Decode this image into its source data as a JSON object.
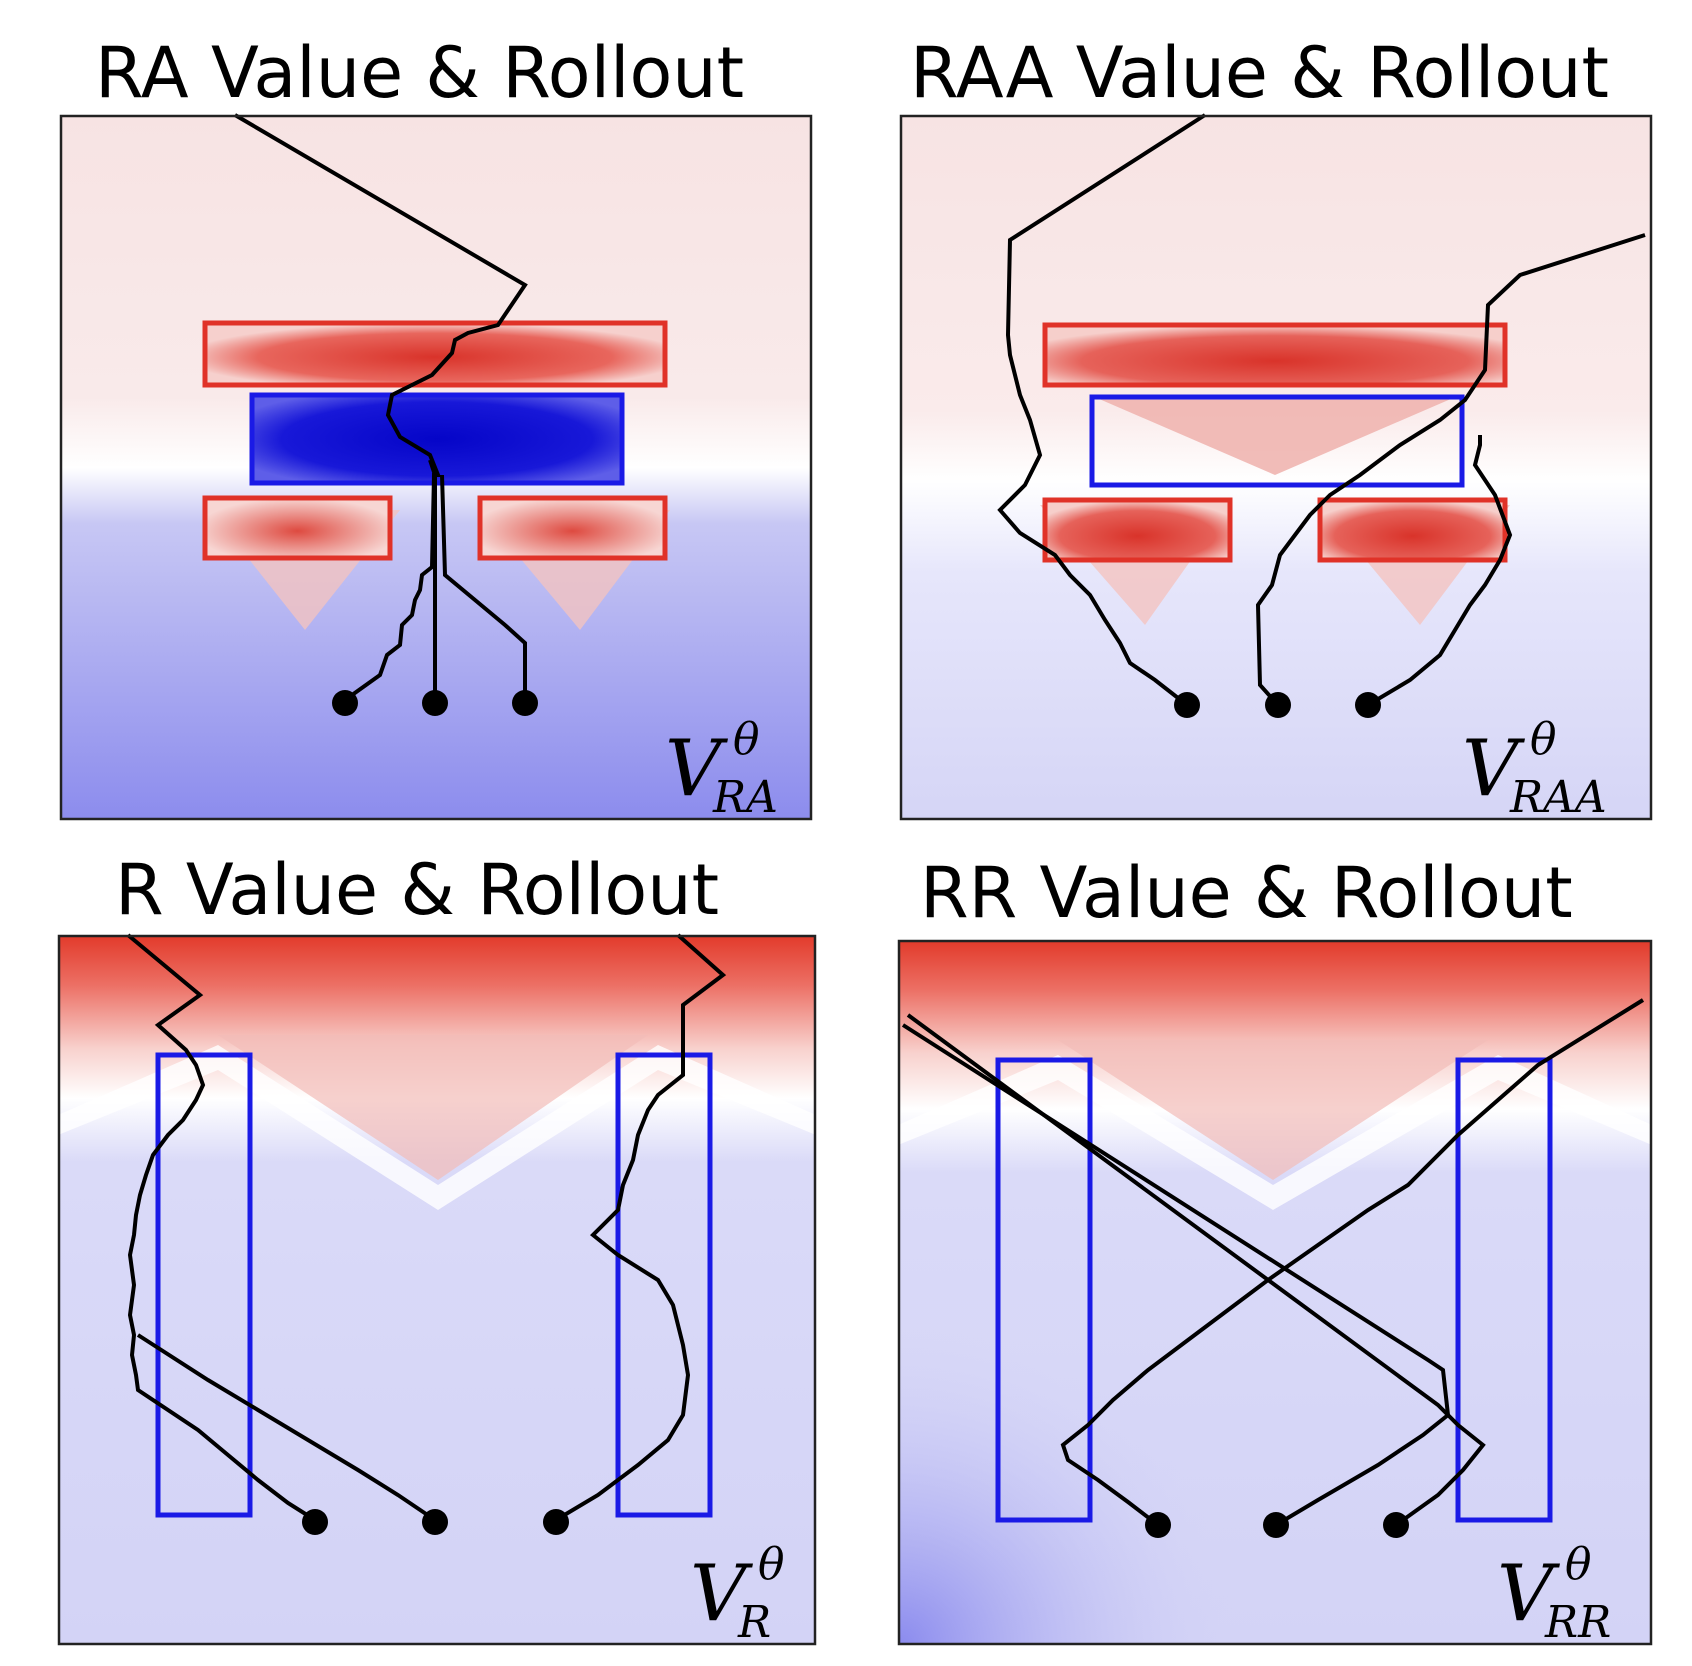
{
  "panels": [
    {
      "id": "ra",
      "title": "RA Value & Rollout",
      "symbol": "V",
      "superscript": "θ",
      "subscript": "RA"
    },
    {
      "id": "raa",
      "title": "RAA Value & Rollout",
      "symbol": "V",
      "superscript": "θ",
      "subscript": "RAA"
    },
    {
      "id": "r",
      "title": "R Value & Rollout",
      "symbol": "V",
      "superscript": "θ",
      "subscript": "R"
    },
    {
      "id": "rr",
      "title": "RR Value & Rollout",
      "symbol": "V",
      "superscript": "θ",
      "subscript": "RR"
    }
  ],
  "colors": {
    "positive": "#de3b2c",
    "negative": "#0a0ad8",
    "neutral": "#ffffff",
    "light_negative": "#d8d8f6",
    "light_positive": "#f7e1e1",
    "constraint_red": "#e03228",
    "target_blue": "#1a1ae6",
    "trajectory": "#000000"
  }
}
